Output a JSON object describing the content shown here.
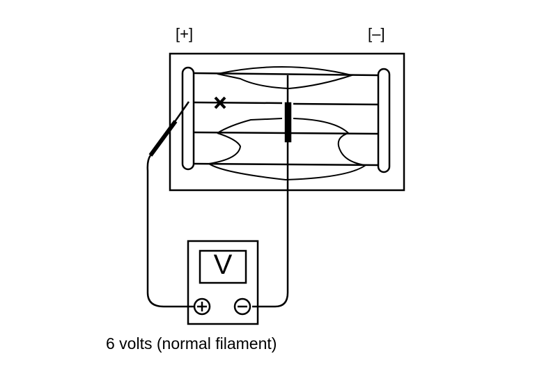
{
  "terminals": {
    "positive": "[+]",
    "negative": "[–]"
  },
  "meter": {
    "label": "V",
    "positive_symbol": "+",
    "negative_symbol": "−"
  },
  "caption": "6 volts (normal filament)",
  "marks": {
    "broken_filament": "x-mark"
  }
}
